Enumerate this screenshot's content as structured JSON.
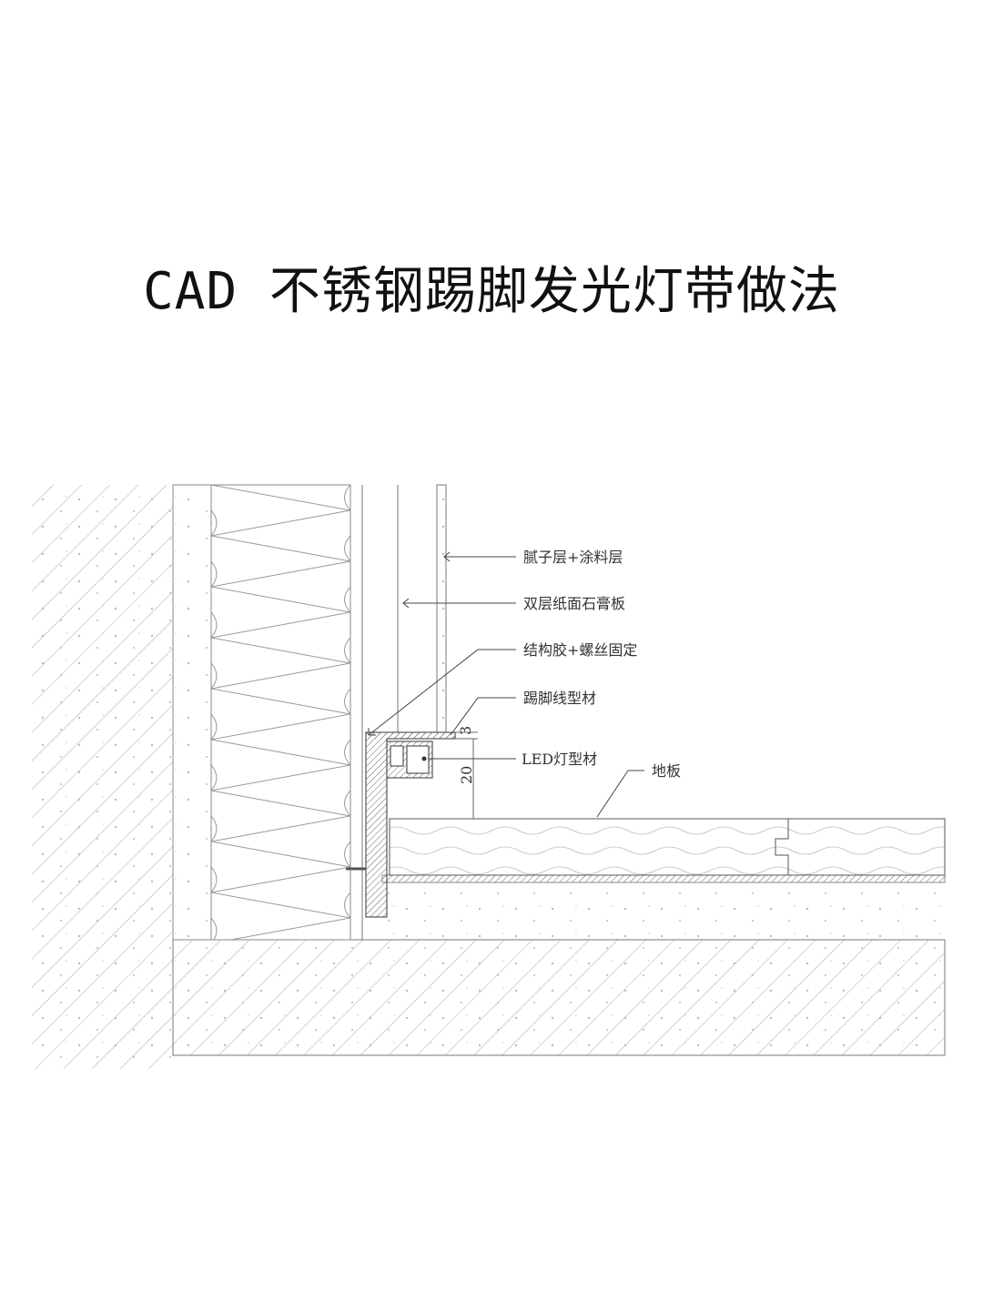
{
  "title": "CAD 不锈钢踢脚发光灯带做法",
  "labels": {
    "putty": "腻子层+涂料层",
    "gypsum": "双层纸面石膏板",
    "fixing": "结构胶+螺丝固定",
    "skirting": "踢脚线型材",
    "led": "LED灯型材",
    "floor": "地板"
  },
  "dimensions": {
    "gap": "3",
    "height": "20"
  }
}
